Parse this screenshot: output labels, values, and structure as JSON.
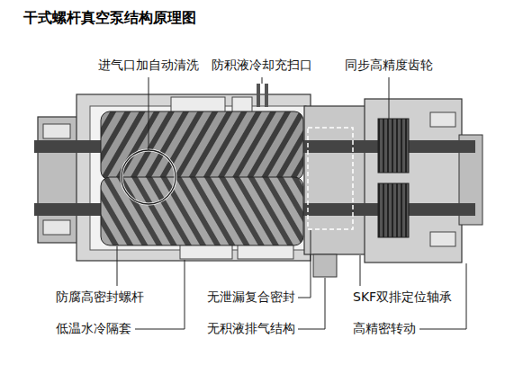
{
  "diagram": {
    "title": "干式螺杆真空泵结构原理图",
    "labels": [
      "进气口加自动清洗",
      "防积液冷却充扫口",
      "同步高精度齿轮",
      "防腐高密封螺杆",
      "无泄漏复合密封",
      "SKF双排定位轴承",
      "低温水冷隔套",
      "无积液排气结构",
      "高精密转动"
    ]
  }
}
